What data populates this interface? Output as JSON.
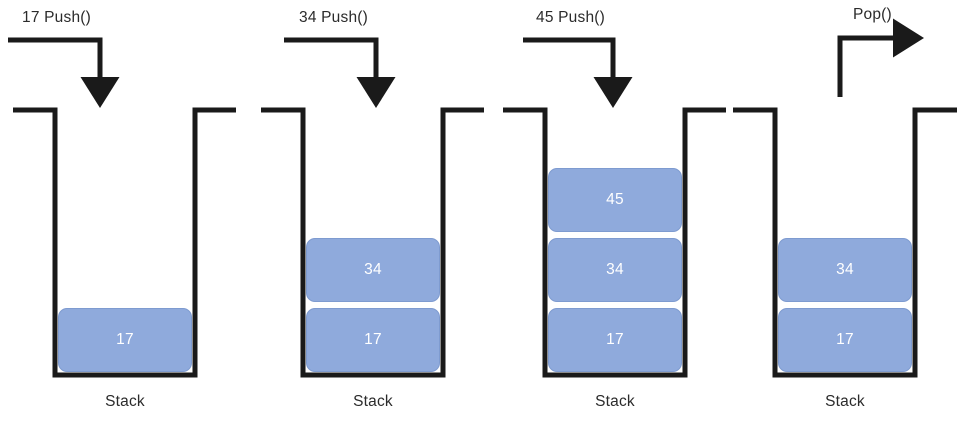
{
  "diagram": {
    "title_present": false,
    "colors": {
      "cell_fill": "#8FAADC",
      "cell_border": "#7E9BD0",
      "stroke": "#1a1a1a",
      "text": "#2b2b2b",
      "cell_text": "#ffffff",
      "background": "#ffffff"
    },
    "panels": [
      {
        "id": "panel-1",
        "operation_label": "17 Push()",
        "arrow_direction": "down-into-stack",
        "caption": "Stack",
        "cells": [
          "17"
        ],
        "cell_count": 1
      },
      {
        "id": "panel-2",
        "operation_label": "34 Push()",
        "arrow_direction": "down-into-stack",
        "caption": "Stack",
        "cells": [
          "34",
          "17"
        ],
        "cell_count": 2
      },
      {
        "id": "panel-3",
        "operation_label": "45 Push()",
        "arrow_direction": "down-into-stack",
        "caption": "Stack",
        "cells": [
          "45",
          "34",
          "17"
        ],
        "cell_count": 3
      },
      {
        "id": "panel-4",
        "operation_label": "Pop()",
        "arrow_direction": "up-out-of-stack",
        "caption": "Stack",
        "cells": [
          "34",
          "17"
        ],
        "cell_count": 2
      }
    ]
  }
}
